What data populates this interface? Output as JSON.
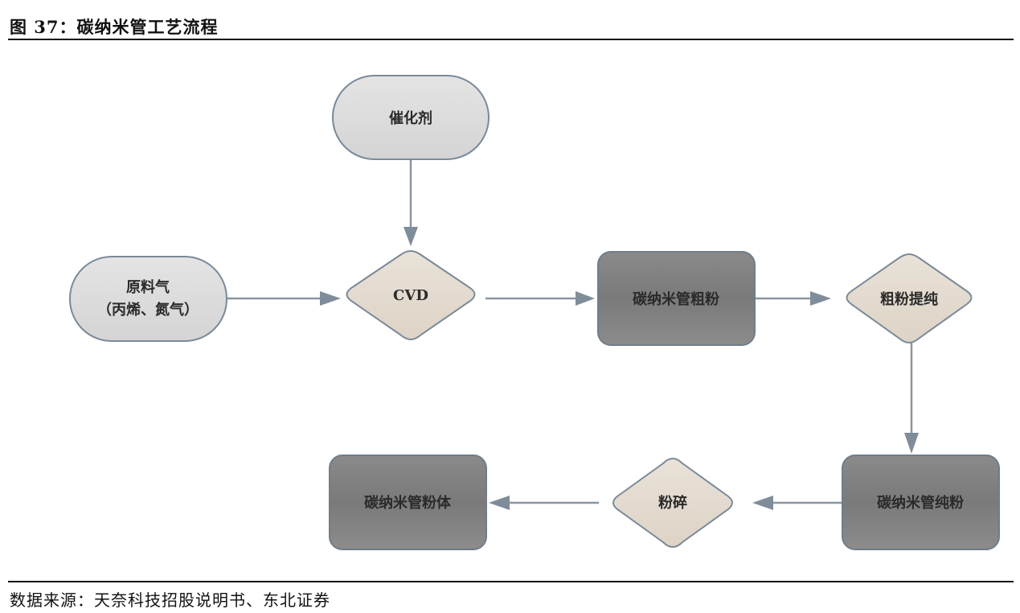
{
  "header": {
    "title": "图 37：碳纳米管工艺流程"
  },
  "footer": {
    "source": "数据来源：天奈科技招股说明书、东北证券"
  },
  "diagram": {
    "colors": {
      "terminal_fill": "#dcdcdc",
      "decision_fill": "#e6ddd2",
      "process_fill": "#7f7f7f",
      "stroke": "#7a8a99",
      "arrow": "#7f8c99"
    },
    "nodes": {
      "catalyst": {
        "label": "催化剂",
        "shape": "terminal"
      },
      "feed_gas": {
        "label_line1": "原料气",
        "label_line2": "（丙烯、氮气）",
        "shape": "terminal"
      },
      "cvd": {
        "label": "CVD",
        "shape": "decision"
      },
      "crude_powder": {
        "label": "碳纳米管粗粉",
        "shape": "process"
      },
      "purification": {
        "label": "粗粉提纯",
        "shape": "decision"
      },
      "pure_powder": {
        "label": "碳纳米管纯粉",
        "shape": "process"
      },
      "crushing": {
        "label": "粉碎",
        "shape": "decision"
      },
      "final_powder": {
        "label": "碳纳米管粉体",
        "shape": "process"
      }
    },
    "edges": [
      {
        "from": "catalyst",
        "to": "cvd"
      },
      {
        "from": "feed_gas",
        "to": "cvd"
      },
      {
        "from": "cvd",
        "to": "crude_powder"
      },
      {
        "from": "crude_powder",
        "to": "purification"
      },
      {
        "from": "purification",
        "to": "pure_powder"
      },
      {
        "from": "pure_powder",
        "to": "crushing"
      },
      {
        "from": "crushing",
        "to": "final_powder"
      }
    ]
  }
}
